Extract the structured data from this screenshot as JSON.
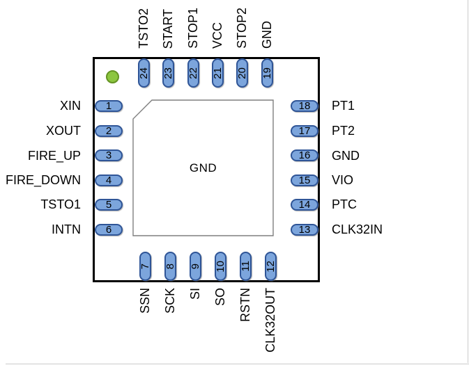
{
  "package": {
    "center_pad": {
      "label": "GND"
    },
    "pins": {
      "top": [
        {
          "number": "24",
          "label": "TSTO2"
        },
        {
          "number": "23",
          "label": "START"
        },
        {
          "number": "22",
          "label": "STOP1"
        },
        {
          "number": "21",
          "label": "VCC"
        },
        {
          "number": "20",
          "label": "STOP2"
        },
        {
          "number": "19",
          "label": "GND"
        }
      ],
      "left": [
        {
          "number": "1",
          "label": "XIN"
        },
        {
          "number": "2",
          "label": "XOUT"
        },
        {
          "number": "3",
          "label": "FIRE_UP"
        },
        {
          "number": "4",
          "label": "FIRE_DOWN"
        },
        {
          "number": "5",
          "label": "TSTO1"
        },
        {
          "number": "6",
          "label": "INTN"
        }
      ],
      "right": [
        {
          "number": "18",
          "label": "PT1"
        },
        {
          "number": "17",
          "label": "PT2"
        },
        {
          "number": "16",
          "label": "GND"
        },
        {
          "number": "15",
          "label": "VIO"
        },
        {
          "number": "14",
          "label": "PTC"
        },
        {
          "number": "13",
          "label": "CLK32IN"
        }
      ],
      "bottom": [
        {
          "number": "7",
          "label": "SSN"
        },
        {
          "number": "8",
          "label": "SCK"
        },
        {
          "number": "9",
          "label": "SI"
        },
        {
          "number": "10",
          "label": "SO"
        },
        {
          "number": "11",
          "label": "RSTN"
        },
        {
          "number": "12",
          "label": "CLK32OUT"
        }
      ]
    },
    "colors": {
      "pin_fill": "#7ca5dc",
      "pin_border": "#2f5597",
      "pin1_marker_fill": "#8cc63f",
      "pin1_marker_border": "#649323",
      "chip_border": "#000000",
      "pad_border": "#7f7f7f"
    }
  }
}
